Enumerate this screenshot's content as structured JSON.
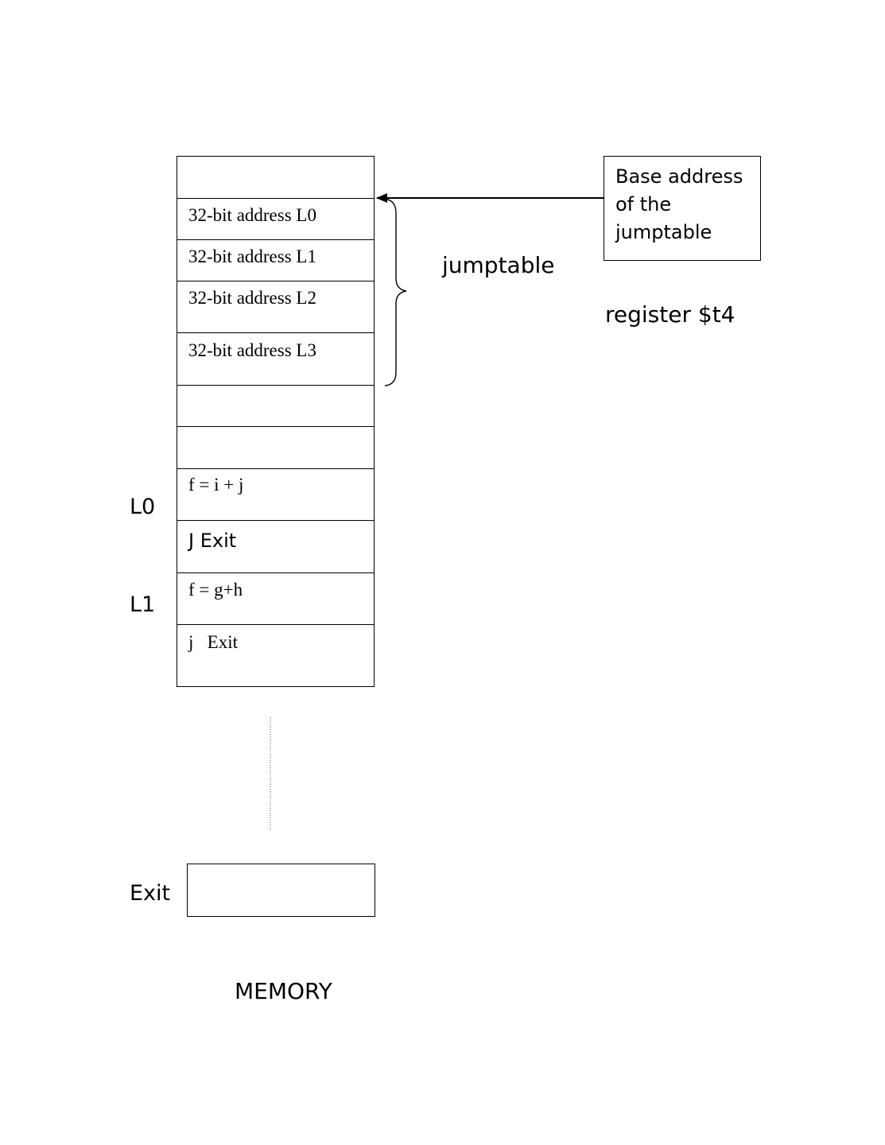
{
  "memory": {
    "cells": [
      "",
      "32-bit address L0",
      "32-bit address L1",
      "32-bit address L2",
      "32-bit address L3",
      "",
      "",
      "f = i + j",
      "J Exit",
      "f = g+h",
      "j   Exit"
    ],
    "caption": "MEMORY"
  },
  "labels": {
    "l0": "L0",
    "l1": "L1",
    "exit": "Exit",
    "jumptable": "jumptable",
    "register": "register $t4"
  },
  "base_box": {
    "text": "Base address of the jumptable"
  }
}
